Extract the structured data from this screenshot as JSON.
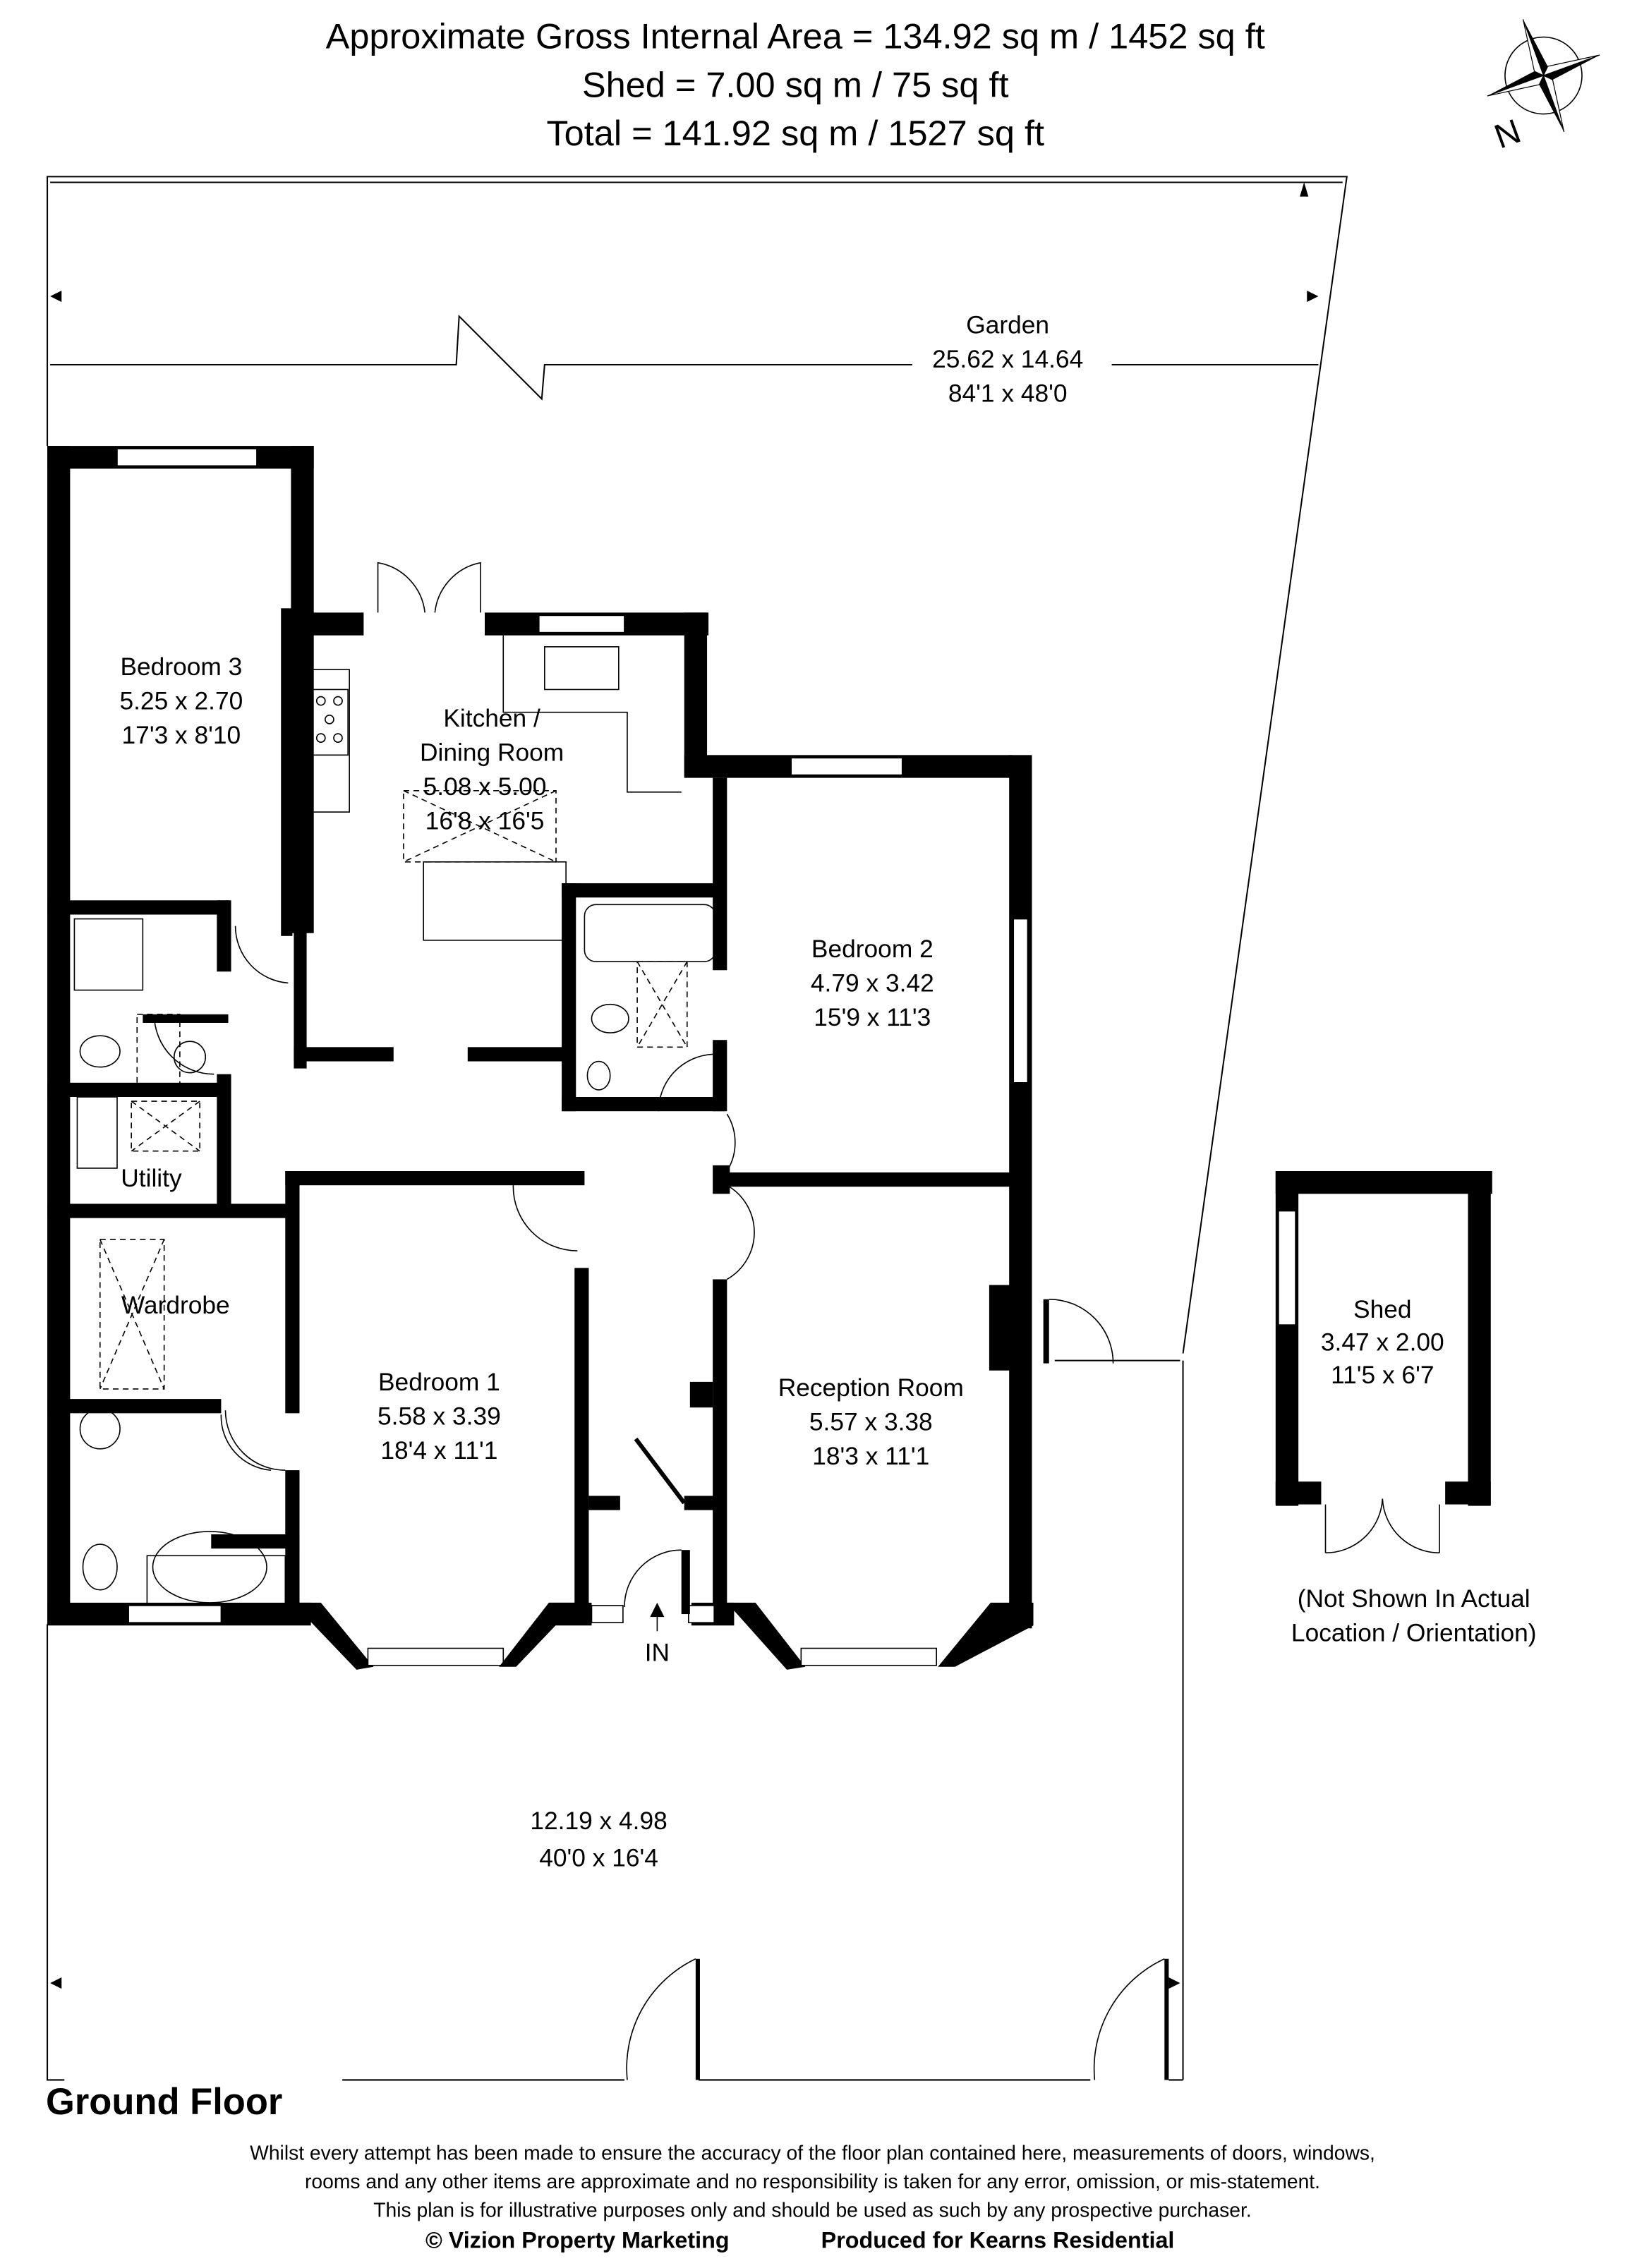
{
  "header": {
    "gross_area": "Approximate Gross Internal Area = 134.92 sq m / 1452 sq ft",
    "shed_area": "Shed = 7.00 sq m / 75 sq ft",
    "total_area": "Total = 141.92 sq m / 1527 sq ft"
  },
  "compass": {
    "label": "N"
  },
  "rooms": {
    "garden": {
      "name": "Garden",
      "metric": "25.62 x 14.64",
      "imperial": "84'1 x 48'0"
    },
    "bedroom3": {
      "name": "Bedroom 3",
      "metric": "5.25 x 2.70",
      "imperial": "17'3 x 8'10"
    },
    "kitchen": {
      "name_line1": "Kitchen /",
      "name_line2": "Dining Room",
      "metric": "5.08 x 5.00",
      "imperial": "16'8 x 16'5"
    },
    "bedroom2": {
      "name": "Bedroom 2",
      "metric": "4.79 x 3.42",
      "imperial": "15'9 x 11'3"
    },
    "utility": {
      "name": "Utility"
    },
    "wardrobe": {
      "name": "Wardrobe"
    },
    "bedroom1": {
      "name": "Bedroom 1",
      "metric": "5.58 x 3.39",
      "imperial": "18'4 x 11'1"
    },
    "reception": {
      "name": "Reception Room",
      "metric": "5.57 x 3.38",
      "imperial": "18'3 x 11'1"
    },
    "shed": {
      "name": "Shed",
      "metric": "3.47 x 2.00",
      "imperial": "11'5 x 6'7"
    },
    "front": {
      "metric": "12.19 x 4.98",
      "imperial": "40'0 x 16'4"
    }
  },
  "entrance_label": "IN",
  "shed_note": {
    "line1": "(Not Shown In Actual",
    "line2": "Location / Orientation)"
  },
  "floor_title": "Ground Floor",
  "disclaimer": {
    "line1": "Whilst every attempt has been made to ensure the accuracy of the floor plan contained here, measurements of doors, windows,",
    "line2": "rooms and any other items are approximate and no responsibility is taken for any error, omission, or mis-statement.",
    "line3": "This plan is for illustrative purposes only and should be used as such by any prospective purchaser."
  },
  "footer": {
    "copyright": "© Vizion Property Marketing",
    "produced_for": "Produced for Kearns Residential"
  }
}
